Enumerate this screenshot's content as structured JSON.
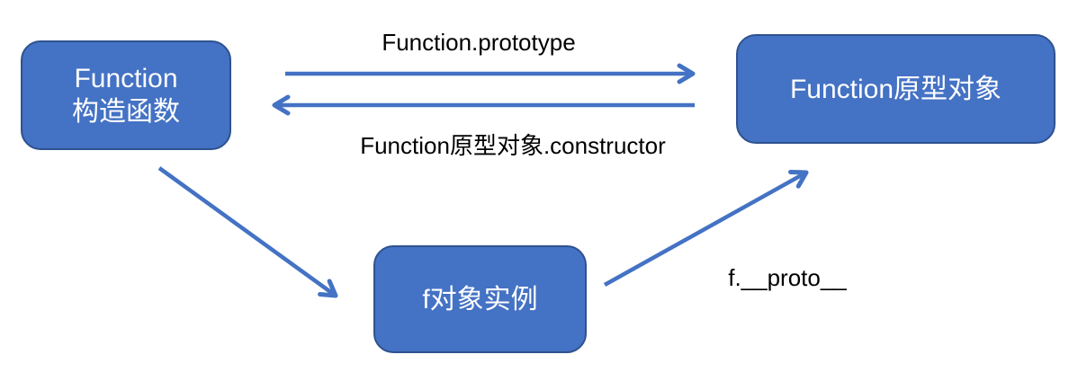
{
  "diagram": {
    "nodes": {
      "function_constructor": {
        "line1": "Function",
        "line2": "构造函数"
      },
      "function_prototype_object": {
        "label": "Function原型对象"
      },
      "f_instance": {
        "label": "f对象实例"
      }
    },
    "edges": {
      "prototype": {
        "label": "Function.prototype"
      },
      "constructor": {
        "label": "Function原型对象.constructor"
      },
      "proto": {
        "label": "f.__proto__"
      }
    },
    "colors": {
      "node_fill": "#4472C4",
      "node_border": "#2F528F",
      "node_text": "#FFFFFF",
      "arrow": "#4472C4",
      "label_text": "#000000"
    }
  }
}
